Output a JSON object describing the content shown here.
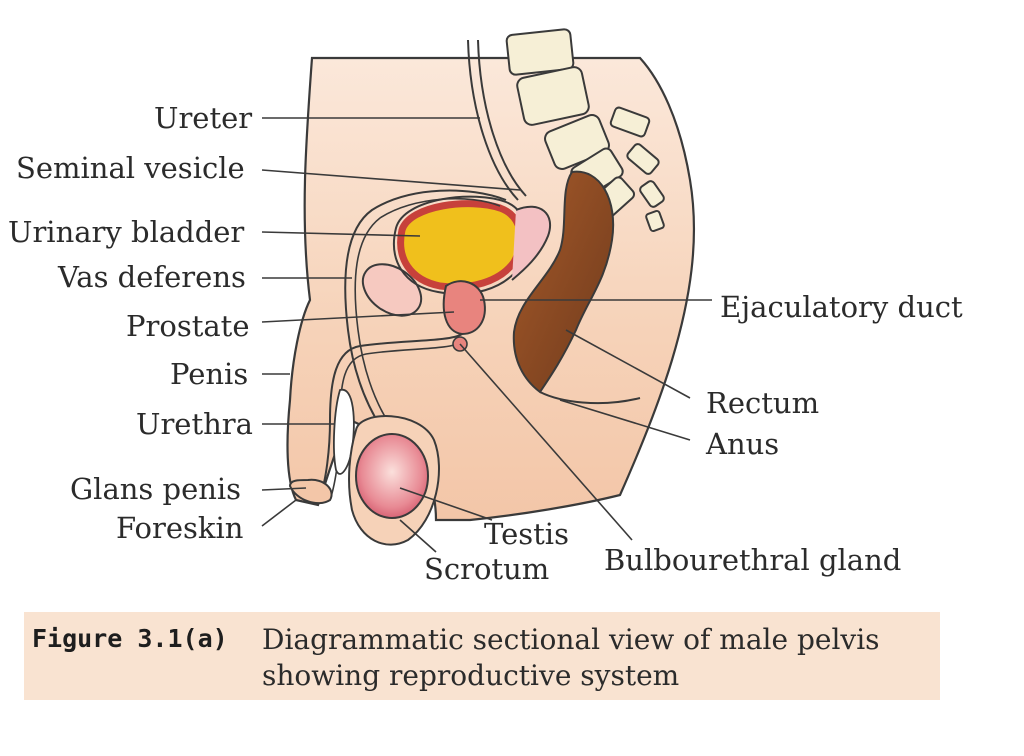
{
  "figure": {
    "labels_left": {
      "ureter": "Ureter",
      "seminal_vesicle": "Seminal vesicle",
      "urinary_bladder": "Urinary bladder",
      "vas_deferens": "Vas deferens",
      "prostate": "Prostate",
      "penis": "Penis",
      "urethra": "Urethra",
      "glans_penis": "Glans penis",
      "foreskin": "Foreskin"
    },
    "labels_right": {
      "ejaculatory_duct": "Ejaculatory duct",
      "rectum": "Rectum",
      "anus": "Anus",
      "bulbourethral_gland": "Bulbourethral gland"
    },
    "labels_bottom": {
      "testis": "Testis",
      "scrotum": "Scrotum"
    },
    "caption": {
      "label": "Figure 3.1(a)",
      "text": "Diagrammatic sectional view of male pelvis showing reproductive system"
    },
    "colors": {
      "skin": "#f6d2b8",
      "bladder_fill": "#f2c21a",
      "rectum": "#8a4a24",
      "testis": "#e07a88",
      "caption_bg": "#f9e3d1"
    }
  }
}
